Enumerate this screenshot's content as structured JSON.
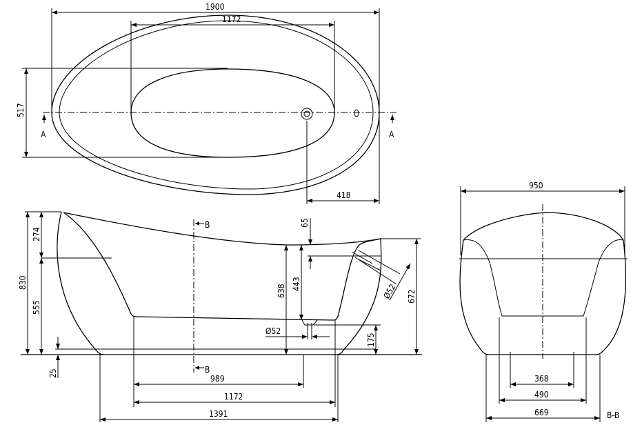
{
  "top_view": {
    "length": "1900",
    "basin_length": "1172",
    "width": "517",
    "drain_offset": "418",
    "section_left": "A",
    "section_right": "A"
  },
  "side_view": {
    "height": "830",
    "upper": "274",
    "lower": "555",
    "foot": "25",
    "rim_to_drain": "638",
    "basin_depth": "443",
    "overflow_offset": "65",
    "overflow_dia": "Ø52",
    "drain_dia": "Ø52",
    "drain_height": "175",
    "height_right": "672",
    "drain_pos": "989",
    "basin_bottom": "1172",
    "base_length": "1391",
    "section_top": "B",
    "section_bottom": "B"
  },
  "end_view": {
    "width": "950",
    "inner_feet": "368",
    "feet": "490",
    "base": "669",
    "label": "B-B"
  }
}
